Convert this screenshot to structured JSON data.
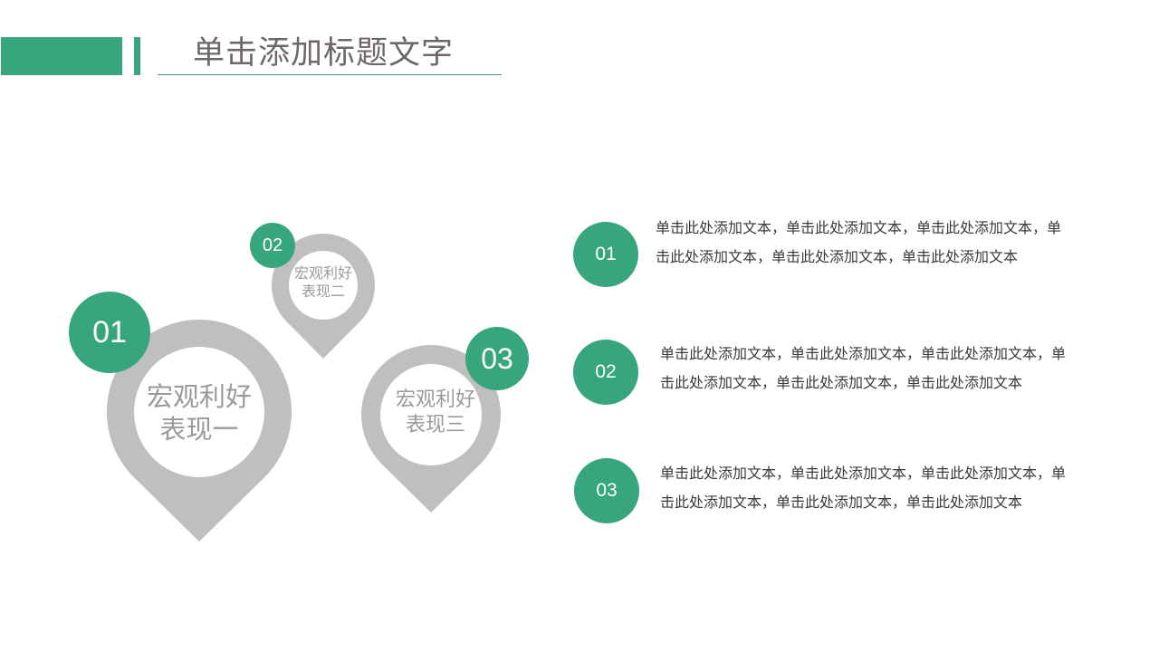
{
  "header": {
    "title": "单击添加标题文字"
  },
  "colors": {
    "accent": "#37a67c",
    "pin": "#bfbfbf",
    "title": "#6e6767"
  },
  "pins": [
    {
      "number": "01",
      "label_line1": "宏观利好",
      "label_line2": "表现一"
    },
    {
      "number": "02",
      "label_line1": "宏观利好",
      "label_line2": "表现二"
    },
    {
      "number": "03",
      "label_line1": "宏观利好",
      "label_line2": "表现三"
    }
  ],
  "items": [
    {
      "number": "01",
      "text": "单击此处添加文本，单击此处添加文本，单击此处添加文本，单击此处添加文本，单击此处添加文本，单击此处添加文本"
    },
    {
      "number": "02",
      "text": "单击此处添加文本，单击此处添加文本，单击此处添加文本，单击此处添加文本，单击此处添加文本，单击此处添加文本"
    },
    {
      "number": "03",
      "text": "单击此处添加文本，单击此处添加文本，单击此处添加文本，单击此处添加文本，单击此处添加文本，单击此处添加文本"
    }
  ]
}
